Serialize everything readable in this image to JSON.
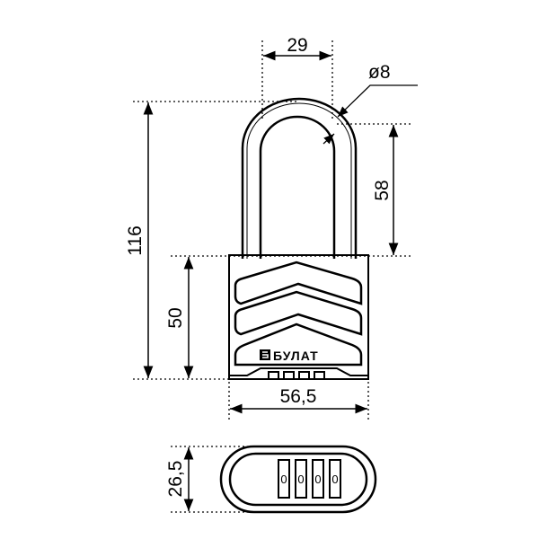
{
  "dimensions": {
    "shackle_clearance_width": "29",
    "shackle_diameter": "ø8",
    "total_height": "116",
    "shackle_clearance_height": "58",
    "body_height": "50",
    "body_width": "56,5",
    "body_thickness": "26,5"
  },
  "brand": "БУЛАТ",
  "dials": [
    "0",
    "0",
    "0",
    "0"
  ],
  "colors": {
    "line": "#000000",
    "background": "#ffffff"
  }
}
